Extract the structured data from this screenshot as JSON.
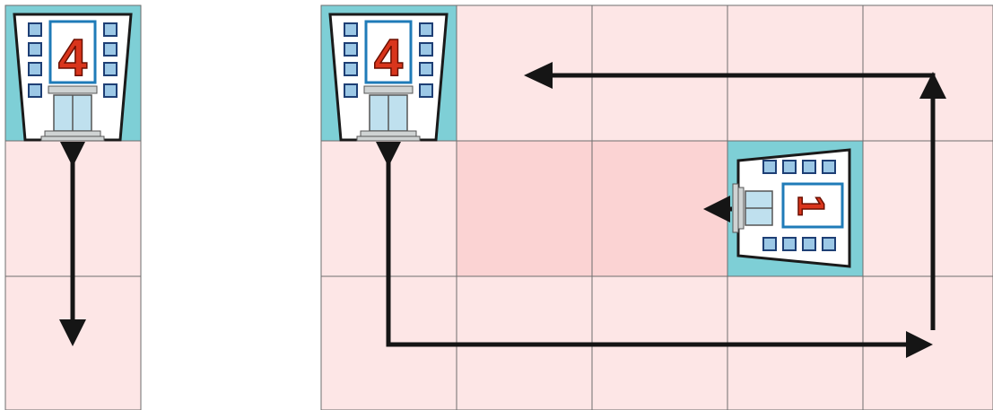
{
  "puzzle": {
    "example_building": {
      "number": "4",
      "facing": "down"
    },
    "main_buildings": [
      {
        "number": "4",
        "facing": "down"
      },
      {
        "number": "1",
        "facing": "left"
      }
    ]
  },
  "colors": {
    "cell": "#fde6e6",
    "highlight_cell": "#fbd3d3",
    "building_tile": "#7ecfd6",
    "arrow": "#151515",
    "digit": "#d9351c"
  }
}
